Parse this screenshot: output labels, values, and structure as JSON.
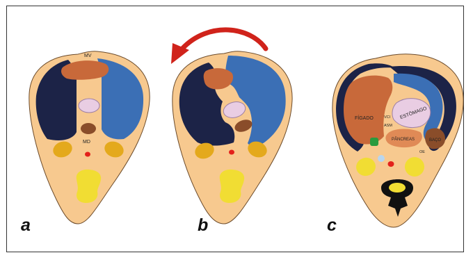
{
  "panels": [
    {
      "letter": "a",
      "labels": {
        "top": "MV",
        "bottom": "MD"
      }
    },
    {
      "letter": "b"
    },
    {
      "letter": "c",
      "labels": {
        "liver": "FÍGADO",
        "stomach": "ESTÔMAGO",
        "spleen": "BAÇO",
        "pancreas": "PÂNCREAS",
        "vessel1": "VCI",
        "vessel2": "ASM",
        "vessel3": "OE"
      }
    }
  ],
  "colors": {
    "body": "#f7c98f",
    "dark_mesentery": "#1c2347",
    "blue_mesentery": "#3b6fb5",
    "liver": "#c8693a",
    "stomach": "#e9cde3",
    "pancreas": "#e08a56",
    "kidney": "#e4a91c",
    "spine": "#f1dd33",
    "aorta": "#e3211b",
    "arrow": "#d0231b"
  }
}
